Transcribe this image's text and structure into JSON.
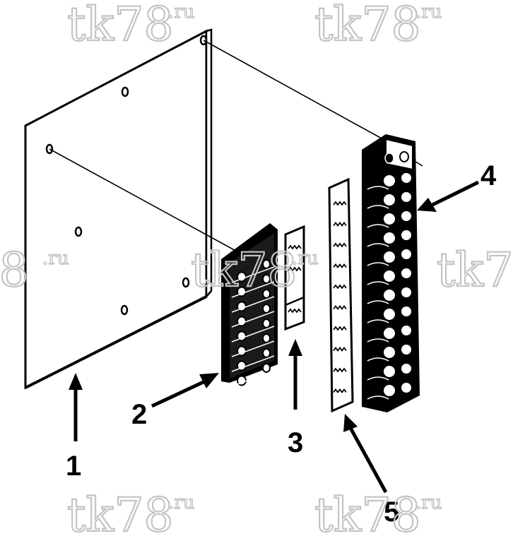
{
  "watermark": {
    "text": "tk78",
    "suffix": ".ru"
  },
  "callouts": [
    {
      "id": "1",
      "label": "1"
    },
    {
      "id": "2",
      "label": "2"
    },
    {
      "id": "3",
      "label": "3"
    },
    {
      "id": "4",
      "label": "4"
    },
    {
      "id": "5",
      "label": "5"
    }
  ],
  "colors": {
    "ink": "#000000",
    "paper": "#ffffff",
    "watermark": "#c4c4c4"
  }
}
